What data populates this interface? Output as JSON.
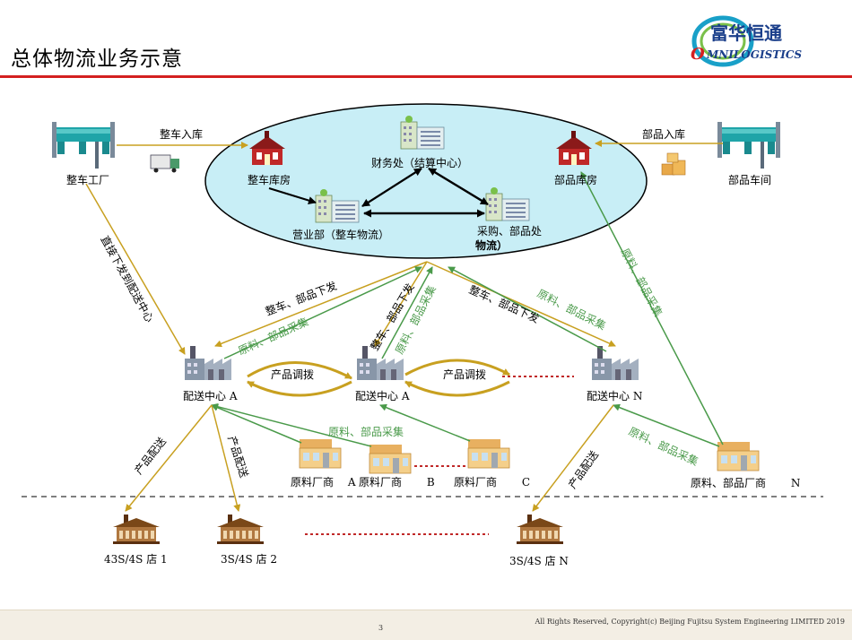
{
  "page_title": "总体物流业务示意",
  "logo": {
    "cn": "富华恒通",
    "en_o": "O",
    "en_rest": "MNILOGISTICS"
  },
  "colors": {
    "gold": "#c8a020",
    "green": "#4a9a4a",
    "accent_red": "#d42020",
    "ellipse_fill": "#c8eef6"
  },
  "nodes": {
    "plant": "整车工厂",
    "parts_workshop": "部品车间",
    "vehicle_warehouse": "整车库房",
    "parts_warehouse": "部品库房",
    "finance": "财务处（结算中心）",
    "sales": "营业部（整车物流）",
    "purchase_line1": "采购、部品处",
    "purchase_line2": "物流）",
    "dc_1": "配送中心 A",
    "dc_2": "配送中心 A",
    "dc_3": "配送中心 N",
    "supplier_a": "原料厂商　 A",
    "supplier_b": "原料厂商　　 B",
    "supplier_c": "原料厂商　　 C",
    "supplier_n": "原料、部品厂商　　 N",
    "store_1": "43S/4S 店 1",
    "store_2": "3S/4S 店 2",
    "store_n": "3S/4S 店 N"
  },
  "flow_labels": {
    "vehicle_inbound": "整车入库",
    "parts_inbound": "部品入库",
    "direct_to_dc": "直接下发到配送中心",
    "vehicle_parts_issue_1": "整车、部品下发",
    "vehicle_parts_issue_2": "整车、部品下发",
    "vehicle_parts_issue_3": "整车、部品下发",
    "material_purchase_1": "原料、部品采集",
    "material_purchase_2": "原料、部品采集",
    "material_purchase_3": "原料、部品采集",
    "material_purchase_4": "原料、部品采集",
    "material_purchase_5": "原料、部品采集",
    "material_purchase_6": "原料、部品采集",
    "product_transfer_1": "产品调拨",
    "product_transfer_2": "产品调拨",
    "product_delivery_1": "产品配送",
    "product_delivery_2": "产品配送",
    "product_delivery_3": "产品配送"
  },
  "footer": {
    "copyright": "All Rights Reserved, Copyright(c) Beijing Fujitsu System Engineering LIMITED 2019",
    "page_number": "3"
  }
}
